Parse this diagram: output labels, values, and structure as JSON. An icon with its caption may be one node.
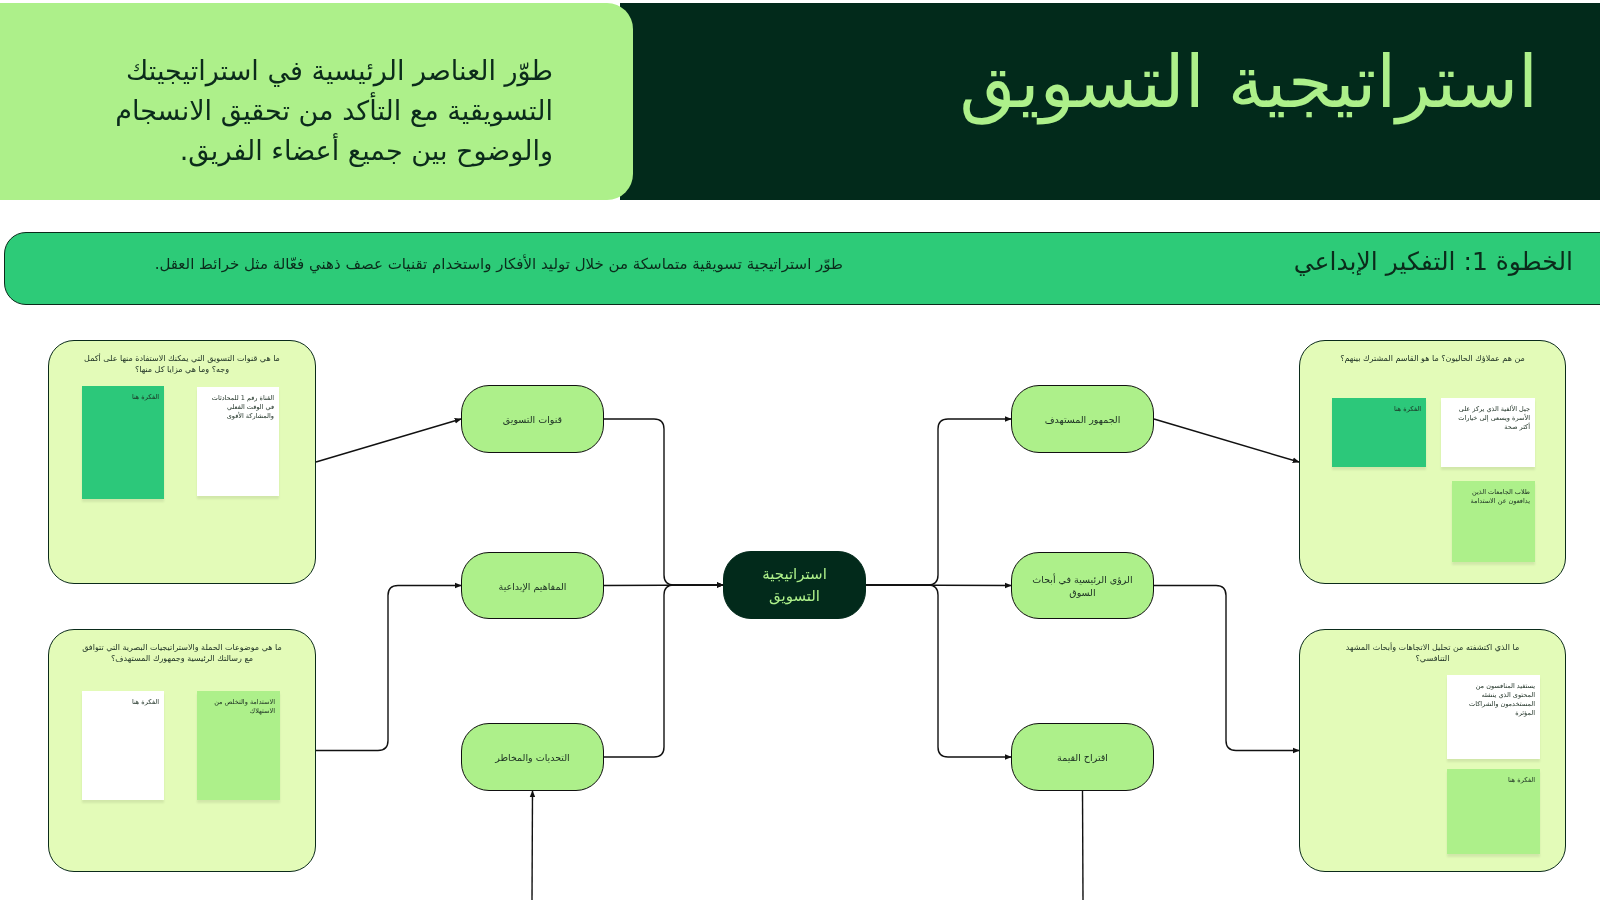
{
  "diagram": {
    "title": "استراتيجية التسويق",
    "nodes": [
      {
        "text": [
          "طوّر العناصر الرئيسية في استراتيجيتك التسويقية مع التأكد من تحقيق الانسجام والوضوح بين جميع أعضاء الفريق."
        ]
      },
      {
        "text": [
          "الخطوة 1: التفكير الإبداعي",
          "طوّر استراتيجية تسويقية متماسكة من خلال توليد الأفكار واستخدام تقنيات عصف ذهني فعّالة مثل خرائط العقل."
        ]
      },
      {
        "text": [
          "ما هي قنوات التسويق التي يمكنك الاستفادة منها على أكمل وجه؟ وما هي مزايا كل منها؟"
        ]
      },
      {
        "text": [
          "الفكرة هنا"
        ],
        "in": 2
      },
      {
        "text": [
          "القناة رقم 1 للمحادثات في الوقت الفعلي والمشاركة الأقوى"
        ],
        "in": 2
      },
      {
        "text": [
          "ما هي موضوعات الحملة والاستراتيجيات البصرية التي تتوافق مع رسالتك الرئيسية وجمهورك المستهدف؟"
        ]
      },
      {
        "text": [
          "الفكرة هنا"
        ],
        "in": 5
      },
      {
        "text": [
          "الاستدامة والتخلص من الاستهلاك"
        ],
        "in": 5
      },
      {
        "text": [
          "قنوات التسويق"
        ]
      },
      {
        "text": [
          "المفاهيم الإبداعية"
        ]
      },
      {
        "text": [
          "التحديات والمخاطر"
        ]
      },
      {
        "text": [
          "استراتيجية التسويق"
        ]
      },
      {
        "text": [
          "الجمهور المستهدف"
        ]
      },
      {
        "text": [
          "الرؤى الرئيسية في أبحاث السوق"
        ]
      },
      {
        "text": [
          "اقتراح القيمة"
        ]
      },
      {
        "text": [
          "من هم عملاؤك الحاليون؟ ما هو القاسم المشترك بينهم؟"
        ]
      },
      {
        "text": [
          "الفكرة هنا"
        ],
        "in": 15
      },
      {
        "text": [
          "جيل الألفية الذي يركز على الأسرة ويسعى إلى خيارات أكثر صحة"
        ],
        "in": 15
      },
      {
        "text": [
          "طلاب الجامعات الذين يدافعون عن الاستدامة"
        ],
        "in": 15
      },
      {
        "text": [
          "ما الذي اكتشفته من تحليل الاتجاهات وأبحاث المشهد التنافسي؟"
        ]
      },
      {
        "text": [
          "يستفيد المنافسون من المحتوى الذي ينشئه المستخدمون والشراكات المؤثرة"
        ],
        "in": 19
      },
      {
        "text": [
          "الفكرة هنا"
        ],
        "in": 19
      }
    ],
    "edges": [
      {
        "from": 2,
        "to": 8,
        "arrow": "to"
      },
      {
        "from": 5,
        "to": 9,
        "arrow": "to"
      },
      {
        "from": 8,
        "to": 11,
        "arrow": "to"
      },
      {
        "from": 9,
        "to": 11,
        "arrow": "to"
      },
      {
        "from": 10,
        "to": 11,
        "arrow": "to"
      },
      {
        "from": 11,
        "to": 12,
        "arrow": "to"
      },
      {
        "from": 11,
        "to": 13,
        "arrow": "to"
      },
      {
        "from": 11,
        "to": 14,
        "arrow": "to"
      },
      {
        "from": 12,
        "to": 15,
        "arrow": "to"
      },
      {
        "from": 13,
        "to": 19,
        "arrow": "to"
      },
      {
        "from": null,
        "to": 10,
        "arrow": "to"
      },
      {
        "from": 14,
        "to": null,
        "arrow": "none"
      }
    ]
  }
}
